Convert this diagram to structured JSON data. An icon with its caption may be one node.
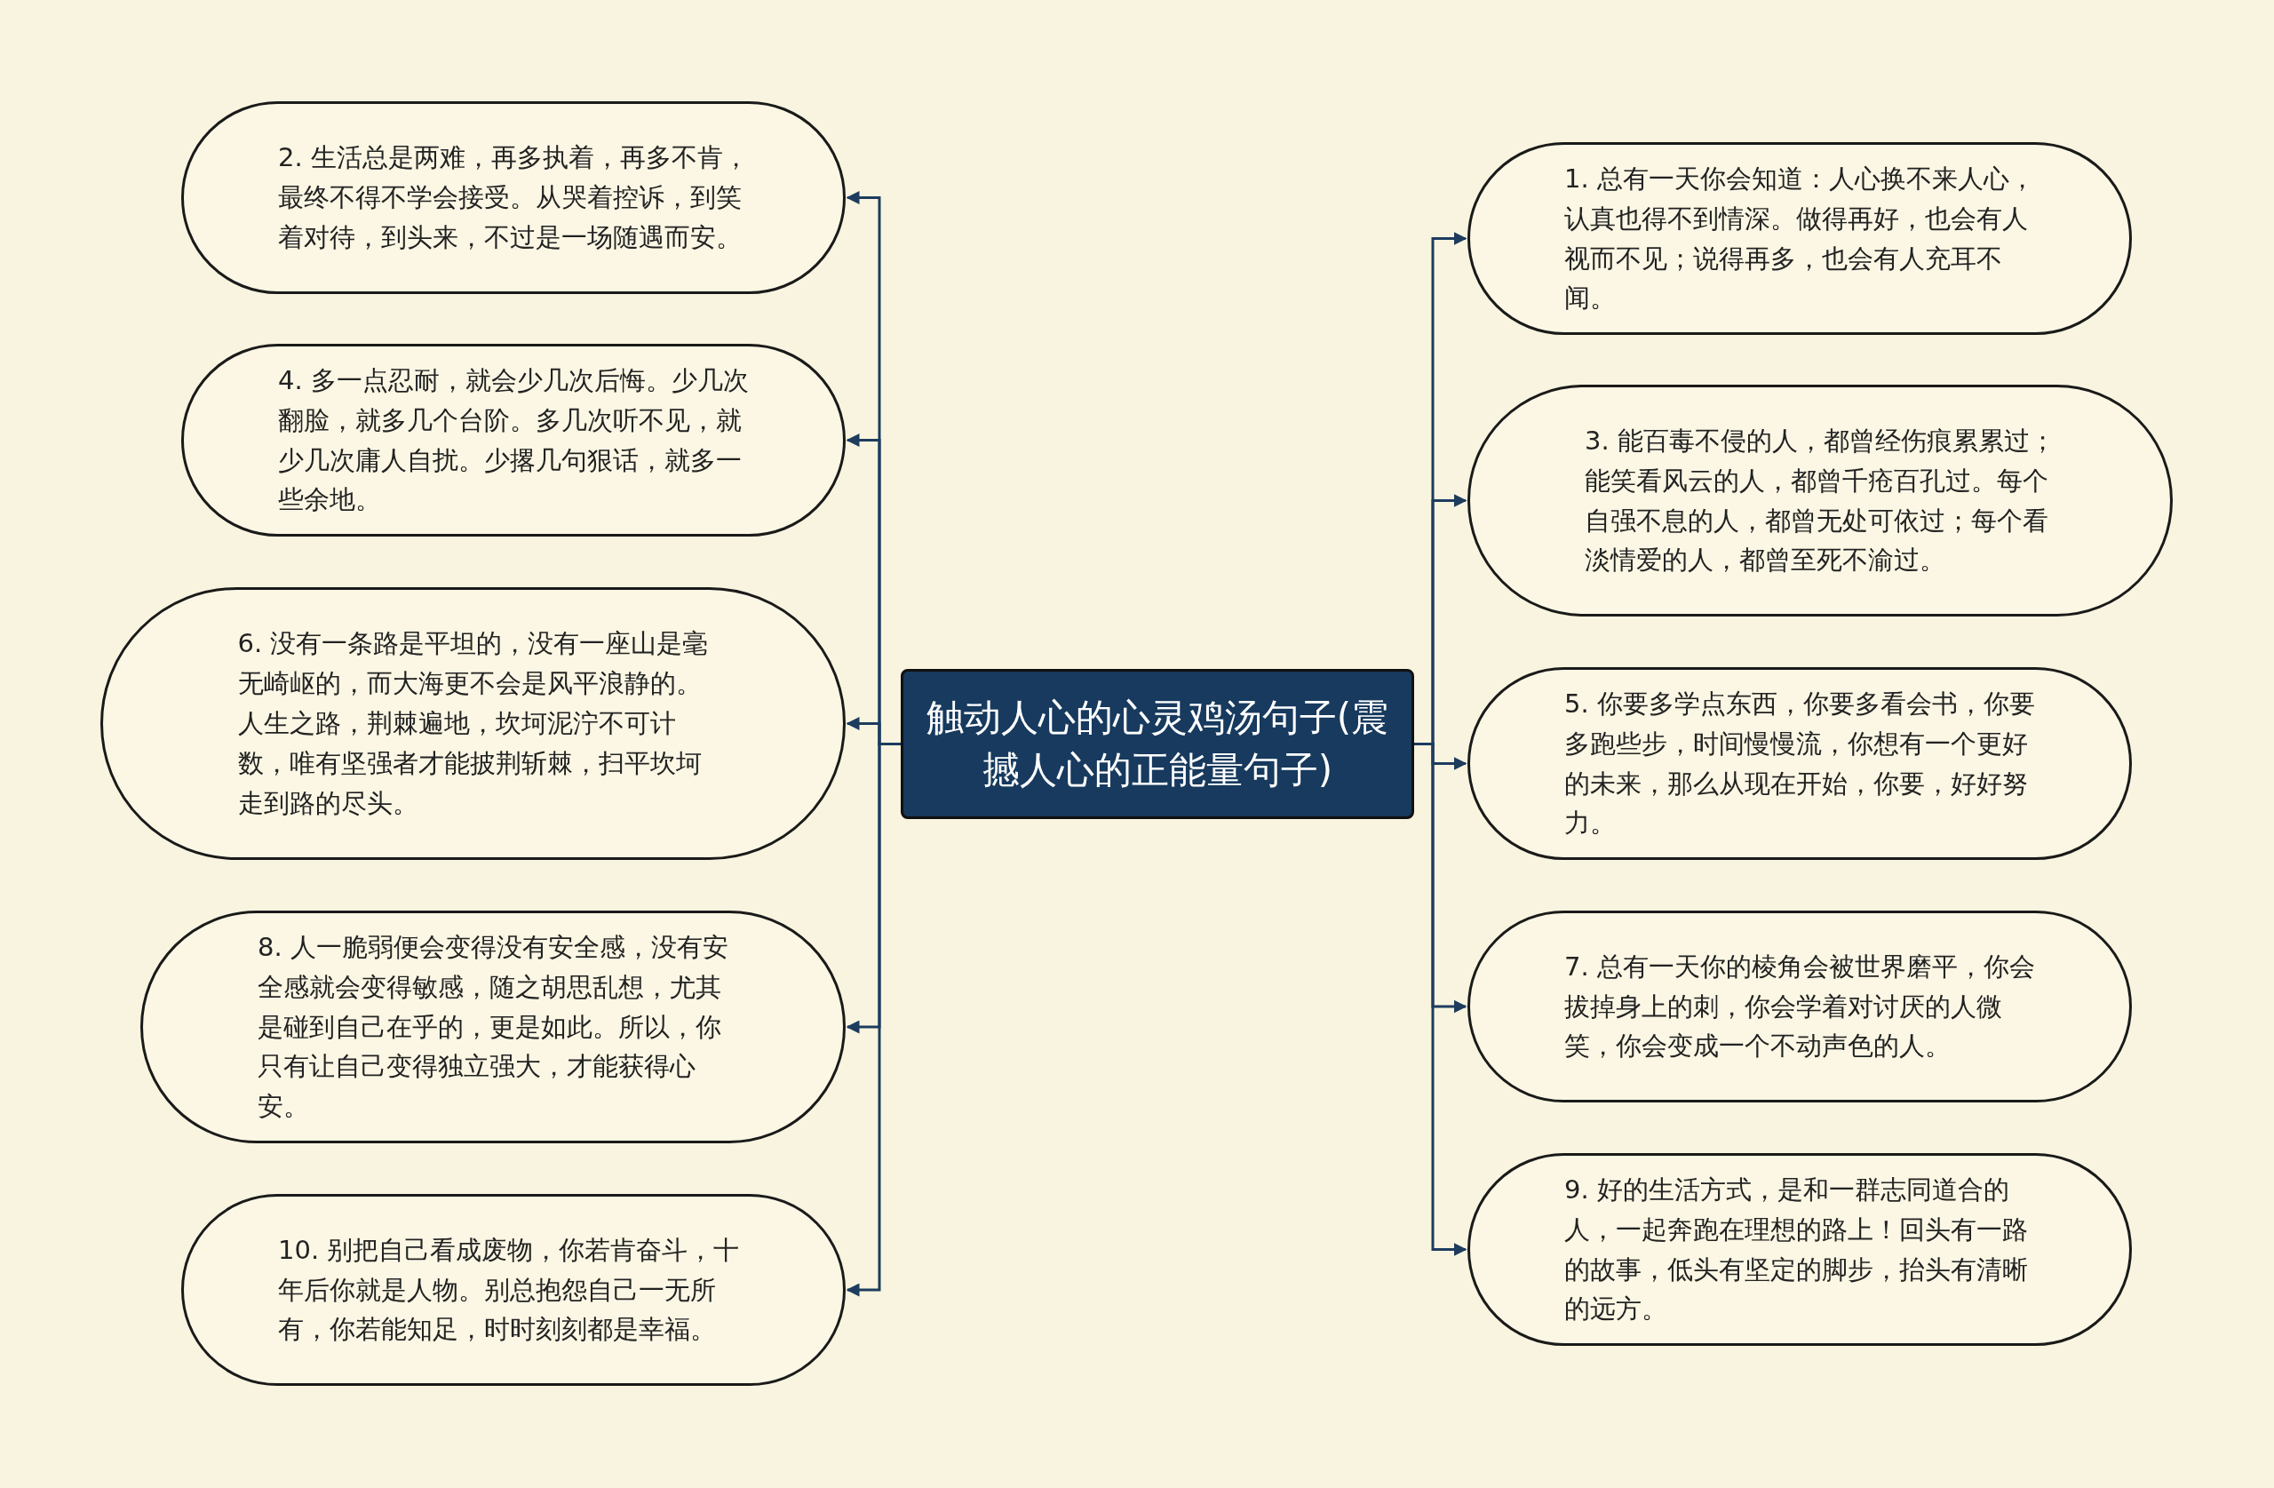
{
  "diagram": {
    "nodes": [
      {
        "text": [
          "触动人心的心灵鸡汤句子(震撼人心的正能量句子)"
        ]
      },
      {
        "text": [
          "1. 总有一天你会知道：人心换不来人心，认真也得不到情深。做得再好，也会有人视而不见；说得再多，也会有人充耳不闻。"
        ]
      },
      {
        "text": [
          "2. 生活总是两难，再多执着，再多不肯，最终不得不学会接受。从哭着控诉，到笑着对待，到头来，不过是一场随遇而安。"
        ]
      },
      {
        "text": [
          "3. 能百毒不侵的人，都曾经伤痕累累过；能笑看风云的人，都曾千疮百孔过。每个自强不息的人，都曾无处可依过；每个看淡情爱的人，都曾至死不渝过。"
        ]
      },
      {
        "text": [
          "4. 多一点忍耐，就会少几次后悔。少几次翻脸，就多几个台阶。多几次听不见，就少几次庸人自扰。少撂几句狠话，就多一些余地。"
        ]
      },
      {
        "text": [
          "5. 你要多学点东西，你要多看会书，你要多跑些步，时间慢慢流，你想有一个更好的未来，那么从现在开始，你要，好好努力。"
        ]
      },
      {
        "text": [
          "6. 没有一条路是平坦的，没有一座山是毫无崎岖的，而大海更不会是风平浪静的。人生之路，荆棘遍地，坎坷泥泞不可计数，唯有坚强者才能披荆斩棘，扫平坎坷走到路的尽头。"
        ]
      },
      {
        "text": [
          "7. 总有一天你的棱角会被世界磨平，你会拔掉身上的刺，你会学着对讨厌的人微笑，你会变成一个不动声色的人。"
        ]
      },
      {
        "text": [
          "8. 人一脆弱便会变得没有安全感，没有安全感就会变得敏感，随之胡思乱想，尤其是碰到自己在乎的，更是如此。所以，你只有让自己变得独立强大，才能获得心安。"
        ]
      },
      {
        "text": [
          "9. 好的生活方式，是和一群志同道合的人，一起奔跑在理想的路上！回头有一路的故事，低头有坚定的脚步，抬头有清晰的远方。"
        ]
      },
      {
        "text": [
          "10. 别把自己看成废物，你若肯奋斗，十年后你就是人物。别总抱怨自己一无所有，你若能知足，时时刻刻都是幸福。"
        ]
      }
    ],
    "edges": [
      {
        "from": 0,
        "to": 1,
        "arrow": "to"
      },
      {
        "from": 0,
        "to": 2,
        "arrow": "to"
      },
      {
        "from": 0,
        "to": 3,
        "arrow": "to"
      },
      {
        "from": 0,
        "to": 4,
        "arrow": "to"
      },
      {
        "from": 0,
        "to": 5,
        "arrow": "to"
      },
      {
        "from": 0,
        "to": 6,
        "arrow": "to"
      },
      {
        "from": 0,
        "to": 7,
        "arrow": "to"
      },
      {
        "from": 0,
        "to": 8,
        "arrow": "to"
      },
      {
        "from": 0,
        "to": 9,
        "arrow": "to"
      },
      {
        "from": 0,
        "to": 10,
        "arrow": "to"
      }
    ]
  }
}
